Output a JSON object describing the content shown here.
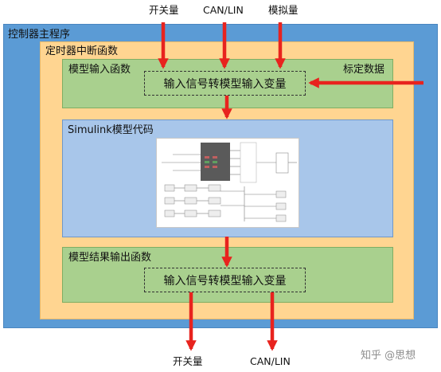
{
  "top_inputs": {
    "switch_qty": "开关量",
    "can_lin": "CAN/LIN",
    "analog_qty": "模拟量"
  },
  "controller_main": {
    "title": "控制器主程序"
  },
  "timer_isr": {
    "title": "定时器中断函数"
  },
  "input_function": {
    "title": "模型输入函数",
    "calibration": "标定数据",
    "conversion": "输入信号转模型输入变量"
  },
  "simulink": {
    "title": "Simulink模型代码"
  },
  "output_function": {
    "title": "模型结果输出函数",
    "conversion": "输入信号转模型输入变量"
  },
  "bottom_outputs": {
    "switch_qty": "开关量",
    "can_lin": "CAN/LIN"
  },
  "watermark": "知乎 @思想",
  "colors": {
    "main_box": "#5b9bd5",
    "timer_box": "#ffd591",
    "function_box": "#a9d08e",
    "simulink_box": "#a8c6ea",
    "arrow": "#e8231e"
  }
}
